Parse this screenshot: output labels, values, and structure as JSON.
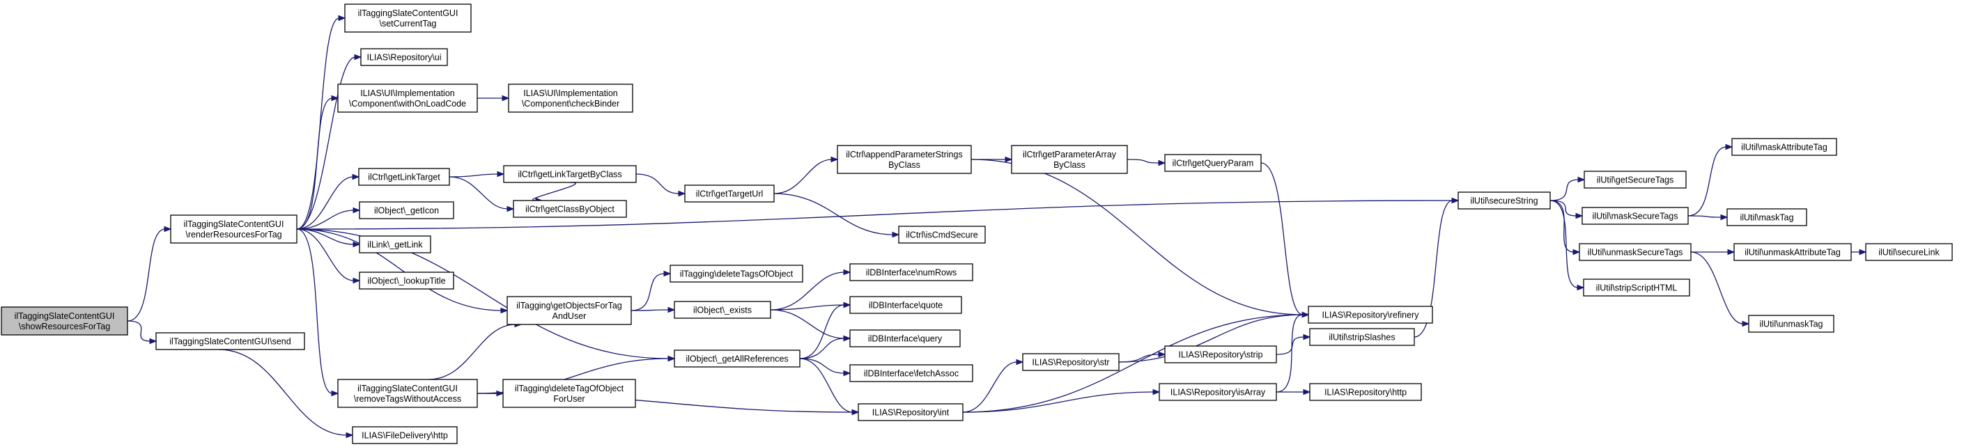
{
  "colors": {
    "edge": "#191970",
    "root_fill": "#bfbfbf",
    "node_fill": "#ffffff",
    "node_border": "#000000"
  },
  "nodes": {
    "showResourcesForTag": [
      "ilTaggingSlateContentGUI",
      "\\showResourcesForTag"
    ],
    "renderResourcesForTag": [
      "ilTaggingSlateContentGUI",
      "\\renderResourcesForTag"
    ],
    "send": [
      "ilTaggingSlateContentGUI\\send"
    ],
    "setCurrentTag": [
      "ilTaggingSlateContentGUI",
      "\\setCurrentTag"
    ],
    "repoUi": [
      "ILIAS\\Repository\\ui"
    ],
    "withOnLoadCode": [
      "ILIAS\\UI\\Implementation",
      "\\Component\\withOnLoadCode"
    ],
    "checkBinder": [
      "ILIAS\\UI\\Implementation",
      "\\Component\\checkBinder"
    ],
    "getLinkTarget": [
      "ilCtrl\\getLinkTarget"
    ],
    "getLinkTargetByClass": [
      "ilCtrl\\getLinkTargetByClass"
    ],
    "getClassByObject": [
      "ilCtrl\\getClassByObject"
    ],
    "getTargetUrl": [
      "ilCtrl\\getTargetUrl"
    ],
    "appendParameterStringsByClass": [
      "ilCtrl\\appendParameterStrings",
      "ByClass"
    ],
    "isCmdSecure": [
      "ilCtrl\\isCmdSecure"
    ],
    "getParameterArrayByClass": [
      "ilCtrl\\getParameterArray",
      "ByClass"
    ],
    "getQueryParam": [
      "ilCtrl\\getQueryParam"
    ],
    "getIcon": [
      "ilObject\\_getIcon"
    ],
    "getLink": [
      "ilLink\\_getLink"
    ],
    "lookupTitle": [
      "ilObject\\_lookupTitle"
    ],
    "getObjectsForTagAndUser": [
      "ilTagging\\getObjectsForTag",
      "AndUser"
    ],
    "deleteTagsOfObject": [
      "ilTagging\\deleteTagsOfObject"
    ],
    "exists": [
      "ilObject\\_exists"
    ],
    "numRows": [
      "ilDBInterface\\numRows"
    ],
    "quote": [
      "ilDBInterface\\quote"
    ],
    "query": [
      "ilDBInterface\\query"
    ],
    "fetchAssoc": [
      "ilDBInterface\\fetchAssoc"
    ],
    "getAllReferences": [
      "ilObject\\_getAllReferences"
    ],
    "removeTagsWithoutAccess": [
      "ilTaggingSlateContentGUI",
      "\\removeTagsWithoutAccess"
    ],
    "deleteTagOfObjectForUser": [
      "ilTagging\\deleteTagOfObject",
      "ForUser"
    ],
    "fileDeliveryHttp": [
      "ILIAS\\FileDelivery\\http"
    ],
    "repoInt": [
      "ILIAS\\Repository\\int"
    ],
    "repoStr": [
      "ILIAS\\Repository\\str"
    ],
    "repoStrip": [
      "ILIAS\\Repository\\strip"
    ],
    "repoIsArray": [
      "ILIAS\\Repository\\isArray"
    ],
    "repoHttp": [
      "ILIAS\\Repository\\http"
    ],
    "refinery": [
      "ILIAS\\Repository\\refinery"
    ],
    "stripSlashes": [
      "ilUtil\\stripSlashes"
    ],
    "secureString": [
      "ilUtil\\secureString"
    ],
    "getSecureTags": [
      "ilUtil\\getSecureTags"
    ],
    "maskSecureTags": [
      "ilUtil\\maskSecureTags"
    ],
    "maskAttributeTag": [
      "ilUtil\\maskAttributeTag"
    ],
    "maskTag": [
      "ilUtil\\maskTag"
    ],
    "unmaskSecureTags": [
      "ilUtil\\unmaskSecureTags"
    ],
    "unmaskAttributeTag": [
      "ilUtil\\unmaskAttributeTag"
    ],
    "secureLink": [
      "ilUtil\\secureLink"
    ],
    "unmaskTag": [
      "ilUtil\\unmaskTag"
    ],
    "stripScriptHTML": [
      "ilUtil\\stripScriptHTML"
    ]
  }
}
